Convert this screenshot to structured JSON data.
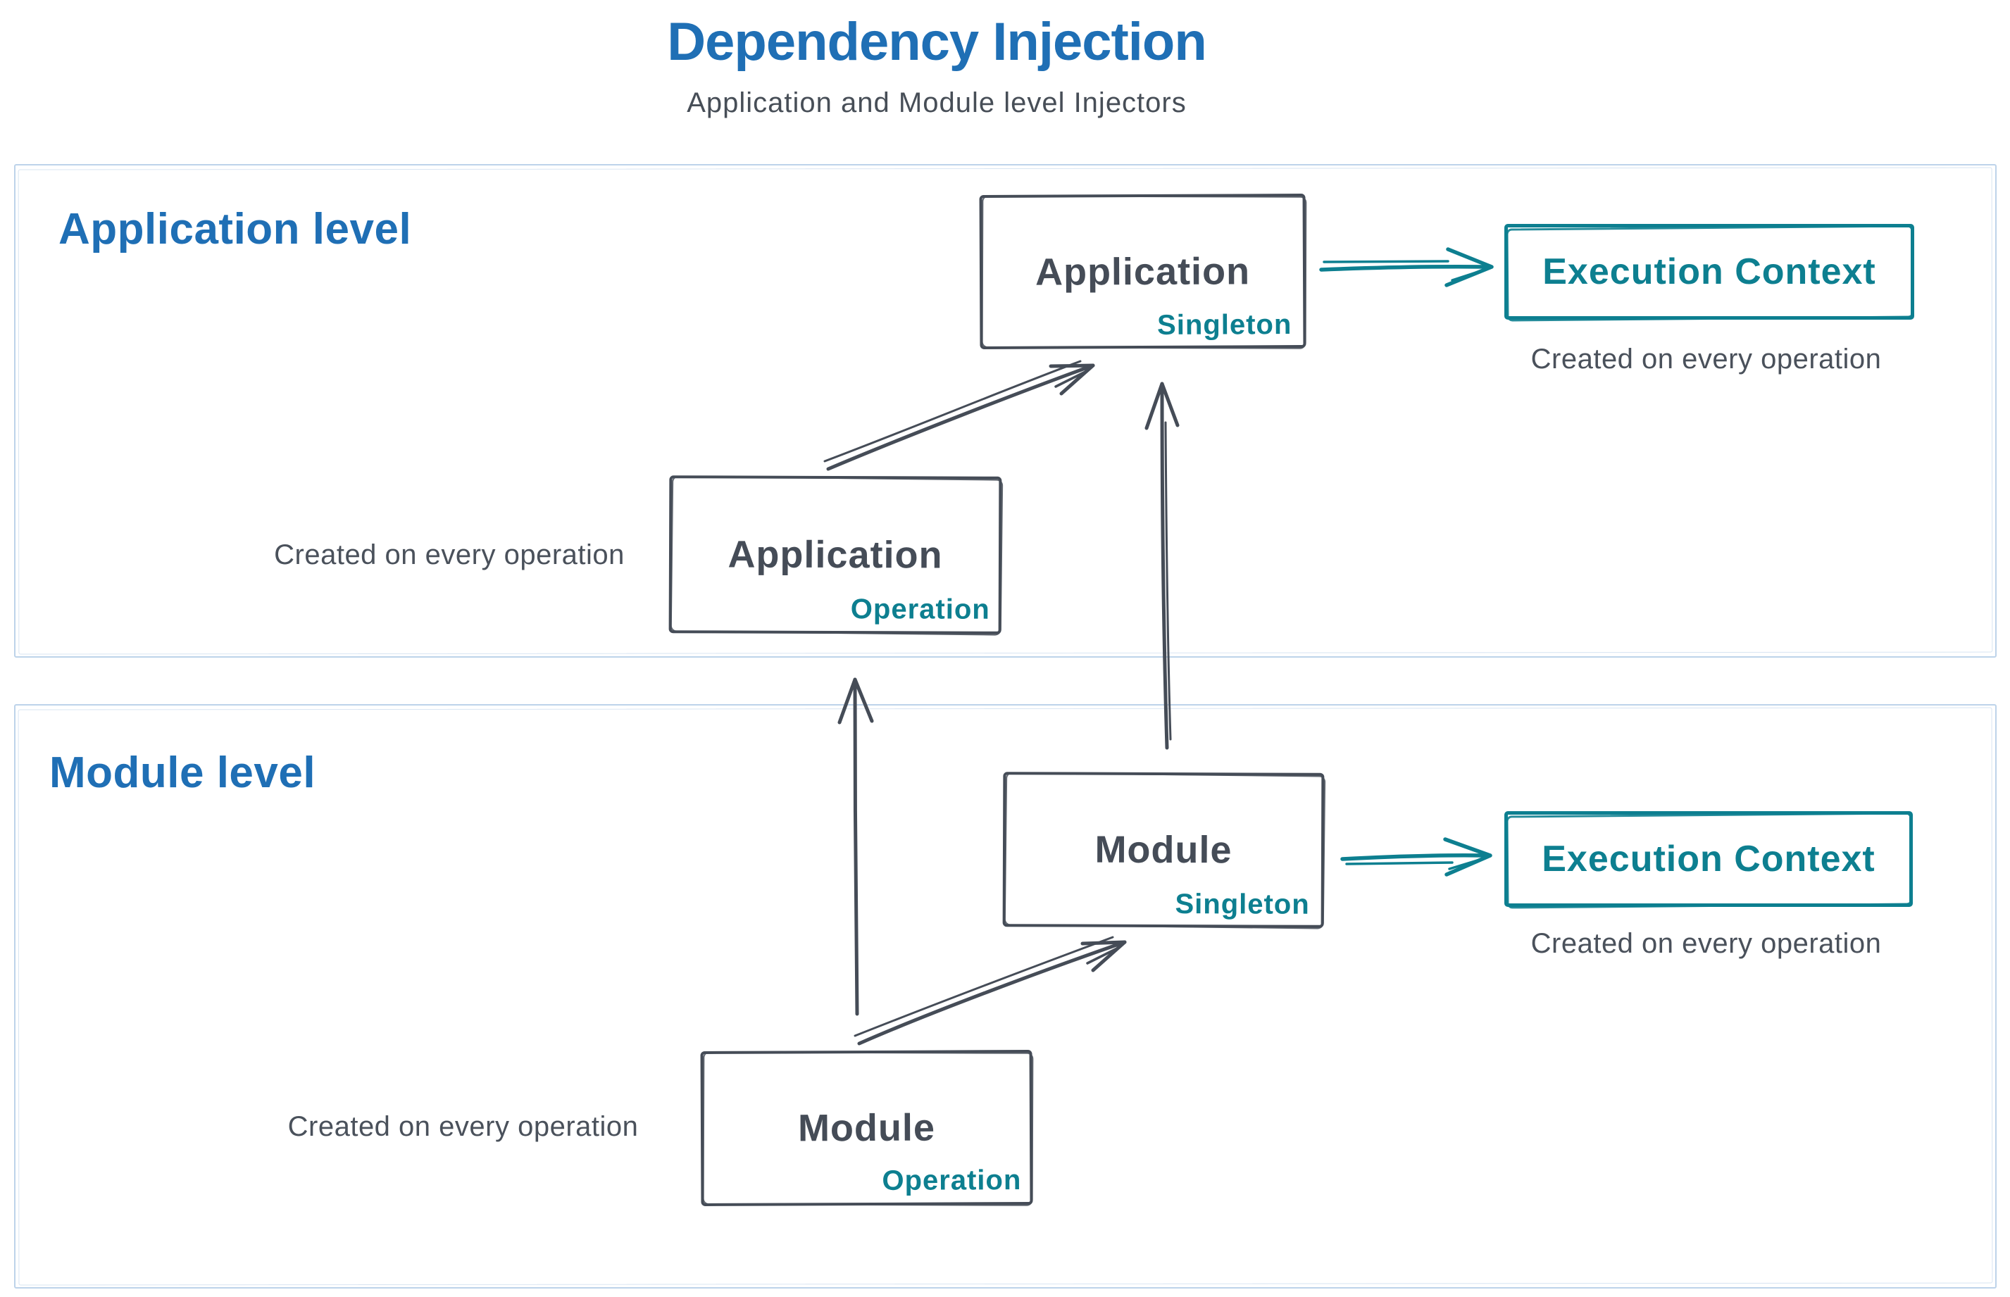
{
  "title": "Dependency Injection",
  "subtitle": "Application and Module level Injectors",
  "colors": {
    "accent_blue": "#1f6fb5",
    "ink_dark": "#454c57",
    "teal": "#0d7f90",
    "frame_blue": "#bdd3ea"
  },
  "sections": [
    {
      "label": "Application level",
      "singleton_box": {
        "name": "Application",
        "scope": "Singleton"
      },
      "operation_box": {
        "name": "Application",
        "scope": "Operation",
        "caption": "Created on every operation"
      },
      "execution_box": {
        "name": "Execution Context",
        "caption": "Created on every operation"
      }
    },
    {
      "label": "Module level",
      "singleton_box": {
        "name": "Module",
        "scope": "Singleton"
      },
      "operation_box": {
        "name": "Module",
        "scope": "Operation",
        "caption": "Created on every operation"
      },
      "execution_box": {
        "name": "Execution Context",
        "caption": "Created on every operation"
      }
    }
  ]
}
